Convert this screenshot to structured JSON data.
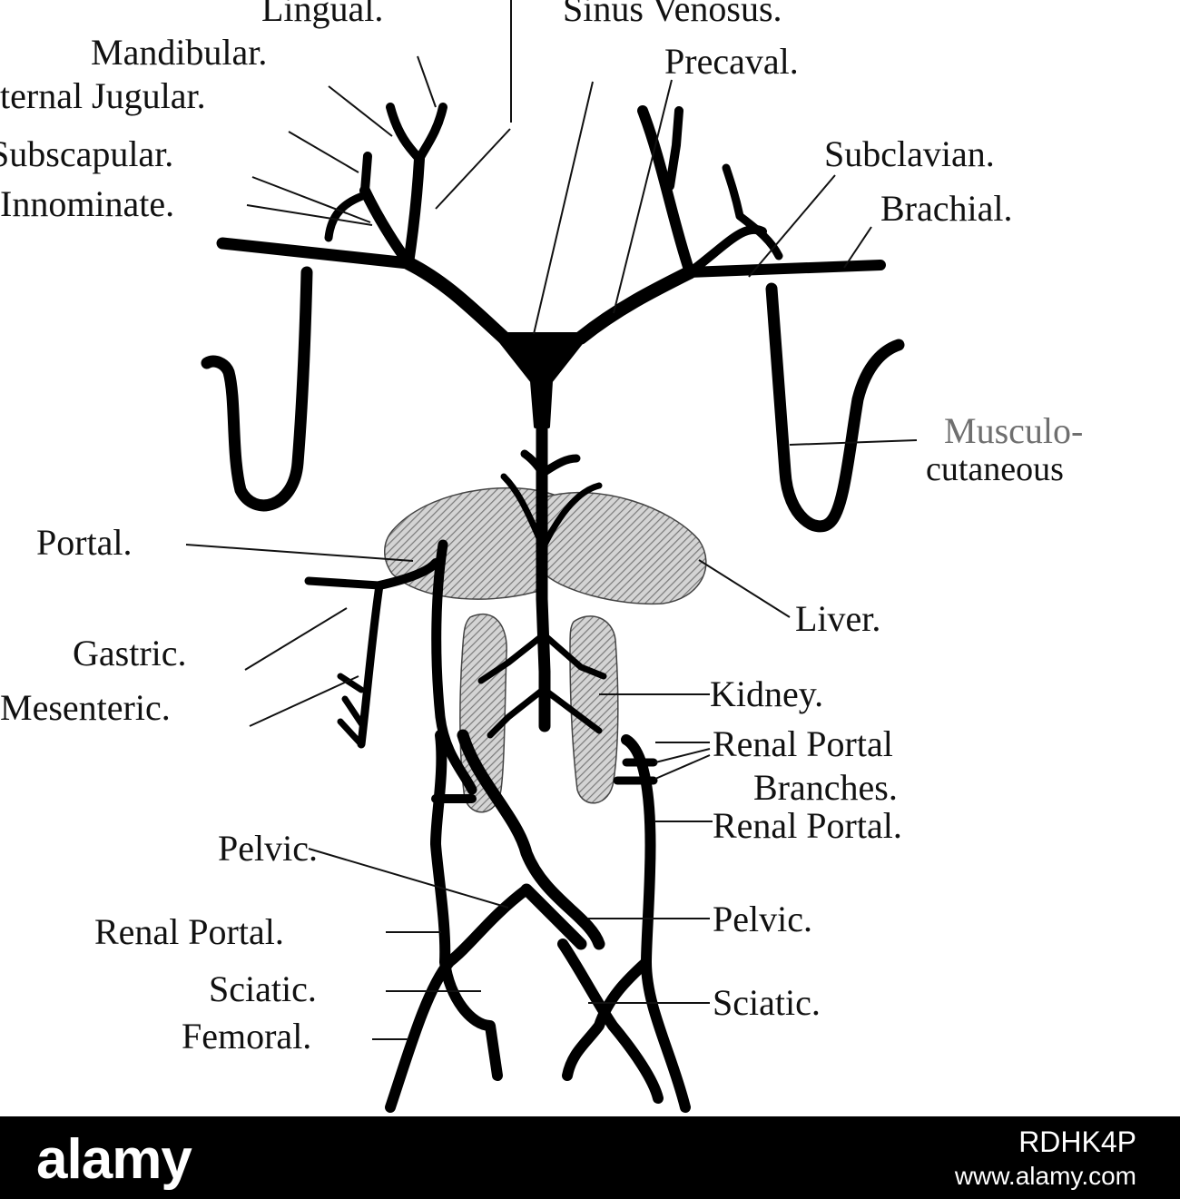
{
  "diagram": {
    "labels": {
      "lingual": "Lingual.",
      "sinus_venosus": "Sinus Venosus.",
      "mandibular": "Mandibular.",
      "precaval": "Precaval.",
      "external_jugular": "ternal Jugular.",
      "subscapular": "Subscapular.",
      "innominate": "Innominate.",
      "subclavian": "Subclavian.",
      "brachial": "Brachial.",
      "musculo_cutaneous_1": "Musculo-",
      "musculo_cutaneous_2": "cutaneous",
      "portal": "Portal.",
      "liver": "Liver.",
      "gastric": "Gastric.",
      "mesenteric": "Mesenteric.",
      "kidney": "Kidney.",
      "renal_portal_branches_1": "Renal Portal",
      "renal_portal_branches_2": "Branches.",
      "renal_portal_right": "Renal Portal.",
      "pelvic_left": "Pelvic.",
      "pelvic_right": "Pelvic.",
      "renal_portal_left": "Renal Portal.",
      "sciatic_left": "Sciatic.",
      "sciatic_right": "Sciatic.",
      "femoral": "Femoral."
    },
    "colors": {
      "vein": "#000000",
      "organ_shading": "#9a9a9a",
      "leader": "#111111"
    }
  },
  "footer": {
    "brand": "alamy",
    "image_id": "RDHK4P",
    "url": "www.alamy.com"
  }
}
